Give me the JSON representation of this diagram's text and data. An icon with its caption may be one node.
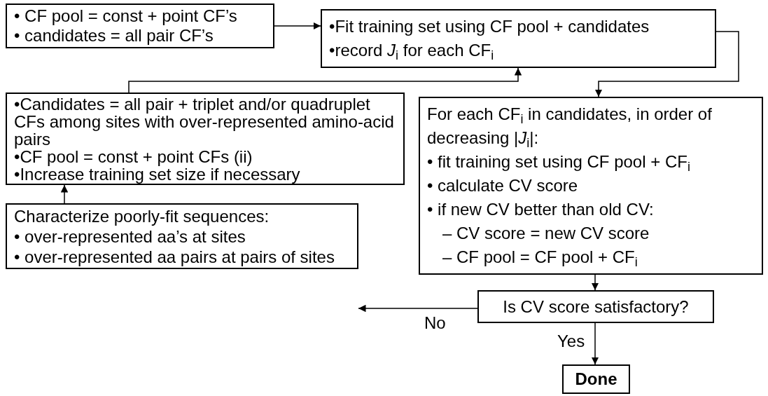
{
  "diagram": {
    "nodes": [
      {
        "text": [
          "• CF pool = const + point CF’s",
          "• candidates = all pair CF’s"
        ]
      },
      {
        "text": [
          "•Fit training set using CF pool + candidates",
          "•record *J*$_{i}$ for each CF$_{i}$"
        ]
      },
      {
        "text": [
          "•Candidates = all pair + triplet and/or quadruplet CFs among sites with over-represented amino-acid pairs",
          "•CF pool = const + point CFs (ii)",
          "•Increase training set size if necessary"
        ]
      },
      {
        "text": [
          "For each CF$_{i}$ in candidates, in order of decreasing |*J*$_{i}$|:",
          "• fit training set using CF pool + CF$_{i}$",
          "• calculate CV score",
          "• if new CV better than old CV:",
          "– CV score = new CV score",
          "– CF pool = CF pool + CF$_{i}$"
        ]
      },
      {
        "text": [
          "Characterize poorly-fit sequences:",
          "• over-represented aa’s at sites",
          "• over-represented aa pairs at pairs of sites"
        ]
      },
      {
        "text": [
          "Is CV score satisfactory?"
        ]
      },
      {
        "text": [
          "Done"
        ]
      }
    ],
    "edges": [
      {
        "from": 0,
        "to": 1,
        "arrow": "to"
      },
      {
        "from": 1,
        "to": 3,
        "arrow": "to"
      },
      {
        "from": 2,
        "to": 1,
        "arrow": "to"
      },
      {
        "from": 3,
        "to": 5,
        "arrow": "to"
      },
      {
        "from": 5,
        "to": 4,
        "arrow": "to",
        "label": "No"
      },
      {
        "from": 5,
        "to": 6,
        "arrow": "to",
        "label": "Yes"
      },
      {
        "from": 4,
        "to": 2,
        "arrow": "to"
      }
    ]
  }
}
